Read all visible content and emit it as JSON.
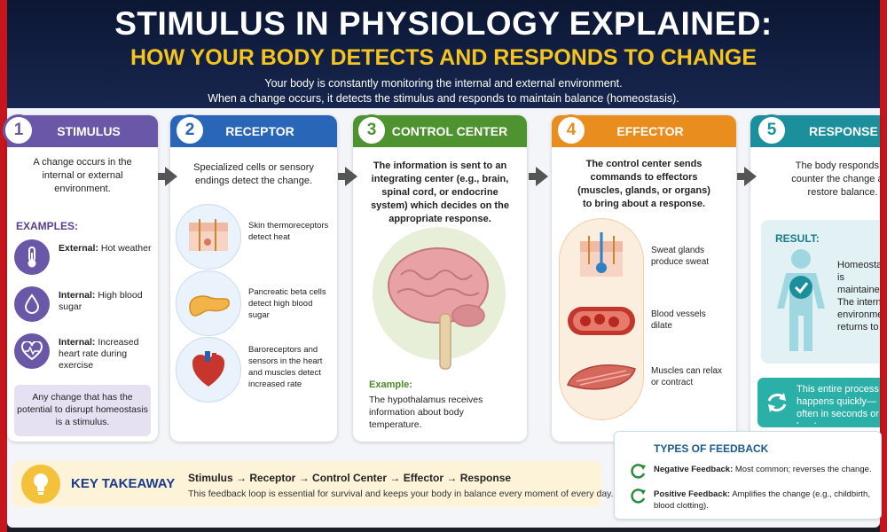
{
  "header": {
    "title": "STIMULUS IN PHYSIOLOGY EXPLAINED:",
    "subtitle": "HOW YOUR BODY DETECTS AND RESPONDS TO CHANGE",
    "intro_line1": "Your body is constantly monitoring the internal and external environment.",
    "intro_line2": "When a change occurs, it detects the stimulus and responds to maintain balance (homeostasis)."
  },
  "colors": {
    "stimulus": "#6b57a8",
    "receptor": "#2a66b8",
    "control": "#4f9330",
    "effector": "#e98d1f",
    "response": "#1c8f9c",
    "title_yellow": "#f4c520"
  },
  "steps": [
    {
      "number": "1",
      "title": "STIMULUS",
      "desc": "A change occurs in the internal or external environment."
    },
    {
      "number": "2",
      "title": "RECEPTOR",
      "desc": "Specialized cells or sensory endings detect the change."
    },
    {
      "number": "3",
      "title": "CONTROL CENTER",
      "desc": "The information is sent to an integrating center (e.g., brain, spinal cord, or endocrine system) which decides on the appropriate response."
    },
    {
      "number": "4",
      "title": "EFFECTOR",
      "desc": "The control center sends commands to effectors (muscles, glands, or organs) to bring about a response."
    },
    {
      "number": "5",
      "title": "RESPONSE",
      "desc": "The body responds to counter the change and restore balance."
    }
  ],
  "stimulus": {
    "examples_label": "EXAMPLES:",
    "examples": [
      {
        "icon": "thermometer-icon",
        "label": "External:",
        "text": "Hot weather"
      },
      {
        "icon": "blood-drop-icon",
        "label": "Internal:",
        "text": "High blood sugar"
      },
      {
        "icon": "heart-rate-icon",
        "label": "Internal:",
        "text": "Increased heart rate during exercise"
      }
    ],
    "note": "Any change that has the potential to disrupt homeostasis is a stimulus."
  },
  "receptor": {
    "items": [
      {
        "icon": "skin-icon",
        "text": "Skin thermoreceptors detect heat"
      },
      {
        "icon": "pancreas-icon",
        "text": "Pancreatic beta cells detect high blood sugar"
      },
      {
        "icon": "heart-icon",
        "text": "Baroreceptors and sensors in the heart and muscles detect increased rate"
      }
    ]
  },
  "control": {
    "example_label": "Example:",
    "example_text": "The hypothalamus receives information about body temperature."
  },
  "effector": {
    "items": [
      {
        "icon": "sweat-gland-icon",
        "text": "Sweat glands produce sweat"
      },
      {
        "icon": "blood-vessel-icon",
        "text": "Blood vessels dilate"
      },
      {
        "icon": "muscle-icon",
        "text": "Muscles can relax or contract"
      }
    ]
  },
  "response": {
    "result_label": "RESULT:",
    "result_text": "Homeostasis is maintained. The internal environment returns to a stable state.",
    "process_text": "This entire process happens quickly—often in seconds or less!"
  },
  "takeaway": {
    "label": "KEY TAKEAWAY",
    "chain": "Stimulus → Receptor → Control Center → Effector → Response",
    "sub": "This feedback loop is essential for survival and keeps your body in balance every moment of every day."
  },
  "feedback": {
    "title": "TYPES OF FEEDBACK",
    "negative_label": "Negative Feedback:",
    "negative_text": "Most common; reverses the change.",
    "positive_label": "Positive Feedback:",
    "positive_text": "Amplifies the change (e.g., childbirth, blood clotting)."
  }
}
